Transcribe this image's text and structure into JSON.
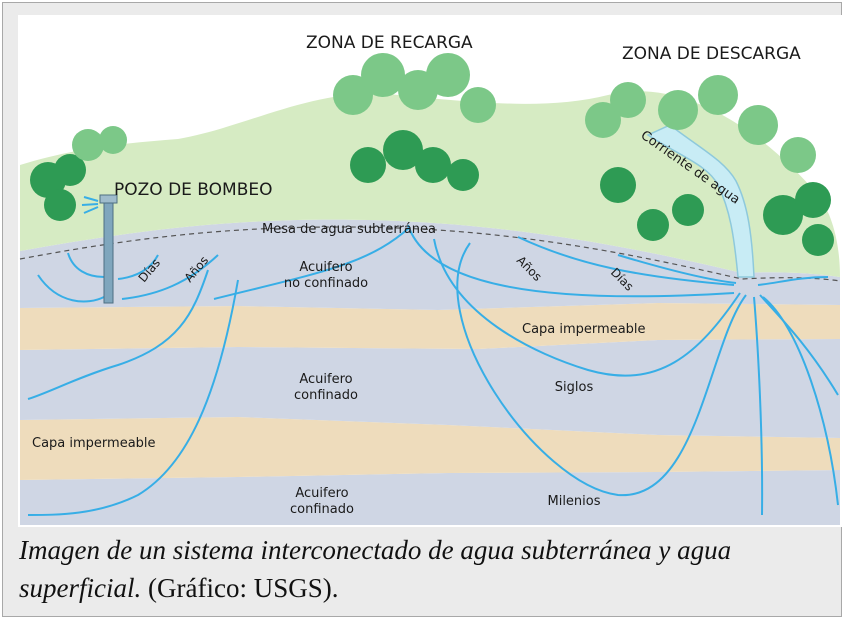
{
  "colors": {
    "sky": "#ffffff",
    "hill": "#d6ebc3",
    "aquifer": "#cfd6e4",
    "impermeable": "#eedcbc",
    "flow": "#37aee6",
    "stream": "#c8ecf5",
    "tree_dark": "#2e9b54",
    "tree_light": "#7cc888",
    "well": "#7fa6bd"
  },
  "labels": {
    "recharge_zone": "ZONA DE RECARGA",
    "discharge_zone": "ZONA DE DESCARGA",
    "pumping_well": "POZO DE BOMBEO",
    "water_table": "Mesa de agua subterránea",
    "stream": "Corriente de agua",
    "unconfined_1": "Acuifero",
    "unconfined_2": "no confinado",
    "confined_a_1": "Acuifero",
    "confined_a_2": "confinado",
    "confined_b_1": "Acuifero",
    "confined_b_2": "confinado",
    "impermeable_upper": "Capa impermeable",
    "impermeable_lower": "Capa impermeable",
    "days_left": "Días",
    "years_left": "Años",
    "years_right": "Años",
    "days_right": "Días",
    "centuries": "Siglos",
    "millennia": "Milenios"
  },
  "caption": {
    "italic": "Imagen de un sistema interconectado de agua subterránea y agua superficial.",
    "credit": " (Gráfico: USGS)."
  }
}
